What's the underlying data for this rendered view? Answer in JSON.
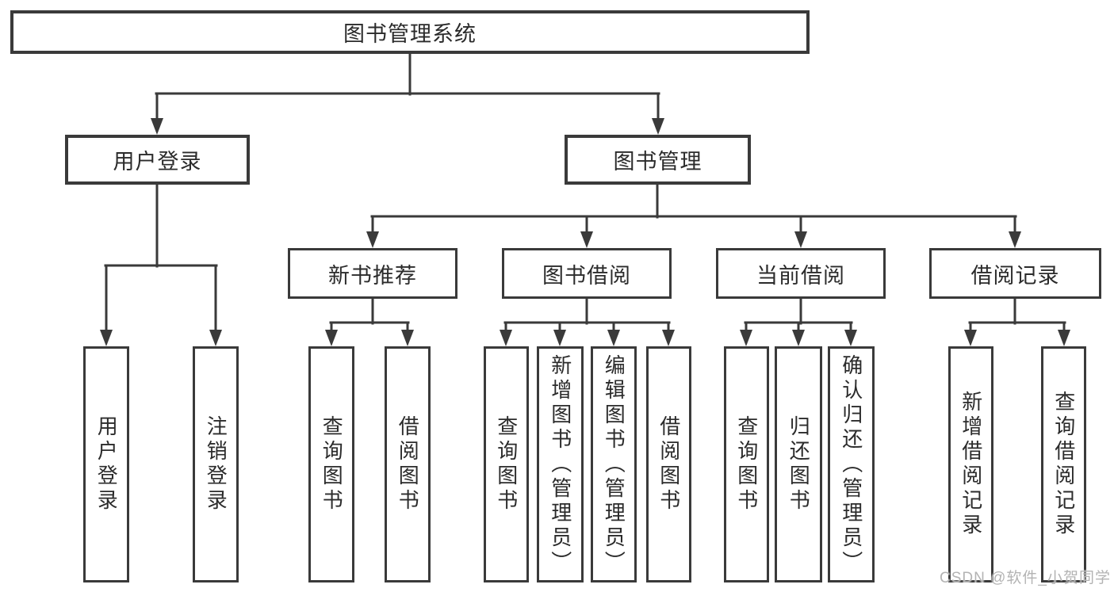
{
  "tree": {
    "label": "图书管理系统",
    "children": [
      {
        "label": "用户登录",
        "children": [
          {
            "label": "用户登录"
          },
          {
            "label": "注销登录"
          }
        ]
      },
      {
        "label": "图书管理",
        "children": [
          {
            "label": "新书推荐",
            "children": [
              {
                "label": "查询图书"
              },
              {
                "label": "借阅图书"
              }
            ]
          },
          {
            "label": "图书借阅",
            "children": [
              {
                "label": "查询图书"
              },
              {
                "label": "新增图书（管理员）"
              },
              {
                "label": "编辑图书（管理员）"
              },
              {
                "label": "借阅图书"
              }
            ]
          },
          {
            "label": "当前借阅",
            "children": [
              {
                "label": "查询图书"
              },
              {
                "label": "归还图书"
              },
              {
                "label": "确认归还（管理员）"
              }
            ]
          },
          {
            "label": "借阅记录",
            "children": [
              {
                "label": "新增借阅记录"
              },
              {
                "label": "查询借阅记录"
              }
            ]
          }
        ]
      }
    ]
  },
  "watermark": {
    "text": "CSDN @软件_小贺同学"
  },
  "colors": {
    "line": "#3a3a3a",
    "border": "#3a3a3a",
    "text": "#2b2b2b",
    "watermark": "#b3b3b3",
    "background": "#ffffff"
  }
}
